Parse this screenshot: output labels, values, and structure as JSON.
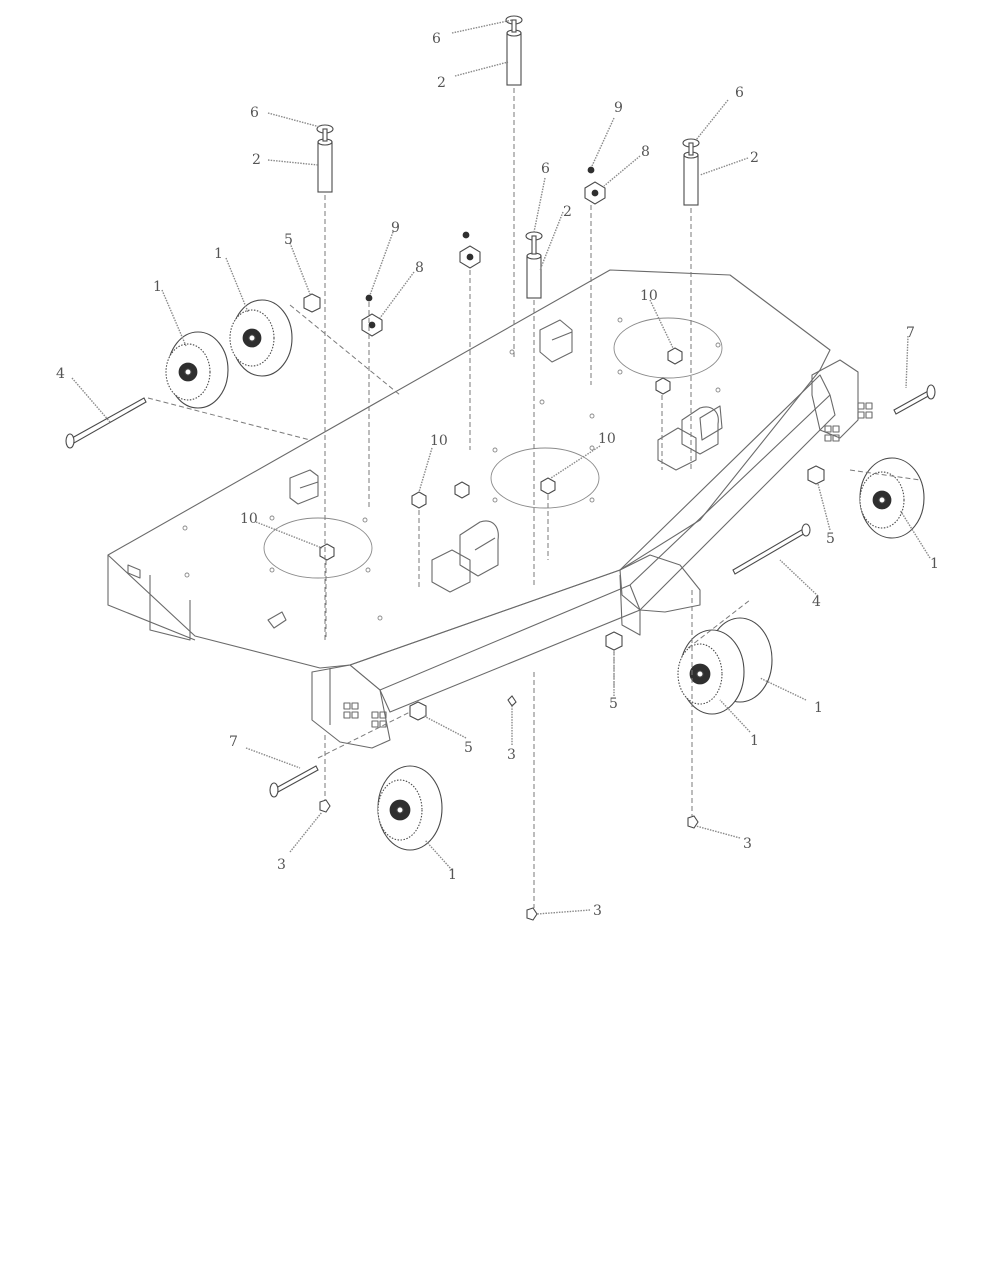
{
  "callouts": {
    "c1": "1",
    "c2": "2",
    "c3": "3",
    "c4": "4",
    "c5": "5",
    "c6": "6",
    "c7": "7",
    "c8": "8",
    "c9": "9",
    "c10": "10"
  },
  "colors": {
    "line": "#6a6a6a",
    "label": "#555555",
    "background": "#ffffff"
  }
}
